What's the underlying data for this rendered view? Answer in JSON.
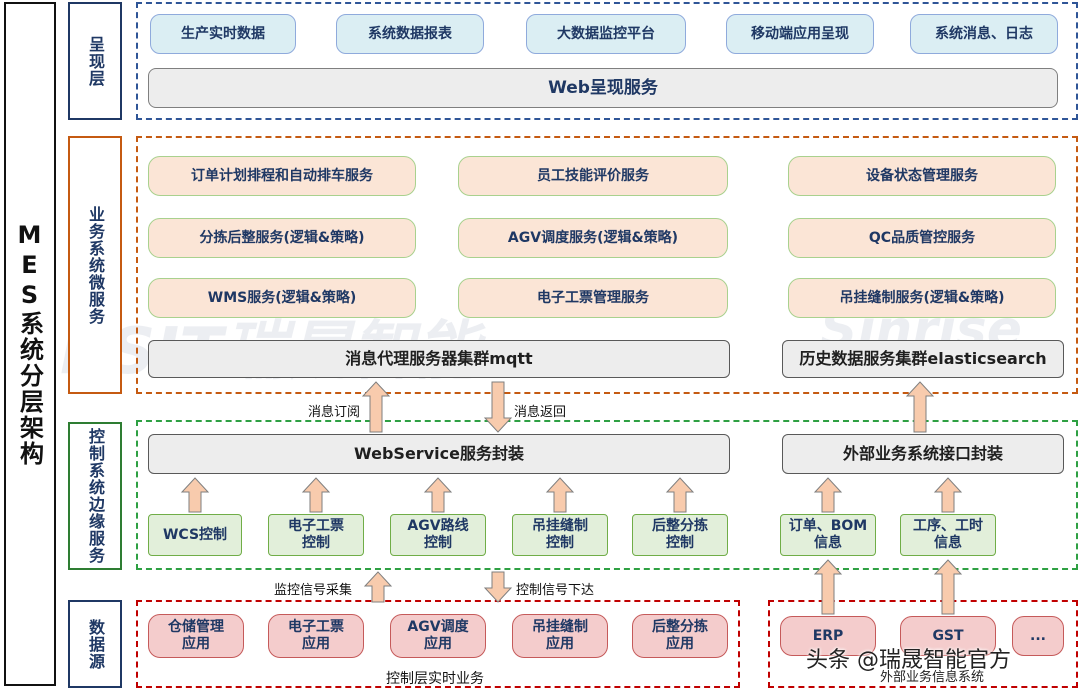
{
  "title": "MES系统分层架构",
  "layers": {
    "presentation": "呈现层",
    "business": "业务系统微服务",
    "control": "控制系统边缘服务",
    "data_source": "数据源"
  },
  "presentation": {
    "items": [
      "生产实时数据",
      "系统数据报表",
      "大数据监控平台",
      "移动端应用呈现",
      "系统消息、日志"
    ],
    "web_service": "Web呈现服务"
  },
  "business": {
    "services": [
      "订单计划排程和自动排车服务",
      "员工技能评价服务",
      "设备状态管理服务",
      "分拣后整服务(逻辑&策略)",
      "AGV调度服务(逻辑&策略)",
      "QC品质管控服务",
      "WMS服务(逻辑&策略)",
      "电子工票管理服务",
      "吊挂缝制服务(逻辑&策略)"
    ],
    "mqtt": "消息代理服务器集群mqtt",
    "elastic": "历史数据服务集群elasticsearch"
  },
  "control": {
    "webservice": "WebService服务封装",
    "external": "外部业务系统接口封装",
    "items": [
      "WCS控制",
      "电子工票\n控制",
      "AGV路线\n控制",
      "吊挂缝制\n控制",
      "后整分拣\n控制",
      "订单、BOM\n信息",
      "工序、工时\n信息"
    ]
  },
  "flow_labels": {
    "subscribe": "消息订阅",
    "return": "消息返回",
    "monitor": "监控信号采集",
    "command": "控制信号下达"
  },
  "data_source": {
    "internal": [
      "仓储管理\n应用",
      "电子工票\n应用",
      "AGV调度\n应用",
      "吊挂缝制\n应用",
      "后整分拣\n应用"
    ],
    "internal_caption": "控制层实时业务",
    "external": [
      "ERP",
      "GST",
      "..."
    ],
    "external_caption": "外部业务信息系统"
  },
  "watermarks": [
    "RSIT瑞晟智能",
    "Sinrise"
  ],
  "credit": "头条 @瑞晟智能官方",
  "colors": {
    "presentation_border": "#2f5597",
    "business_border": "#c55a11",
    "control_border": "#2ea043",
    "data_border": "#c00000",
    "arrow_fill": "#f8cbad",
    "arrow_stroke": "#7f7f7f"
  }
}
